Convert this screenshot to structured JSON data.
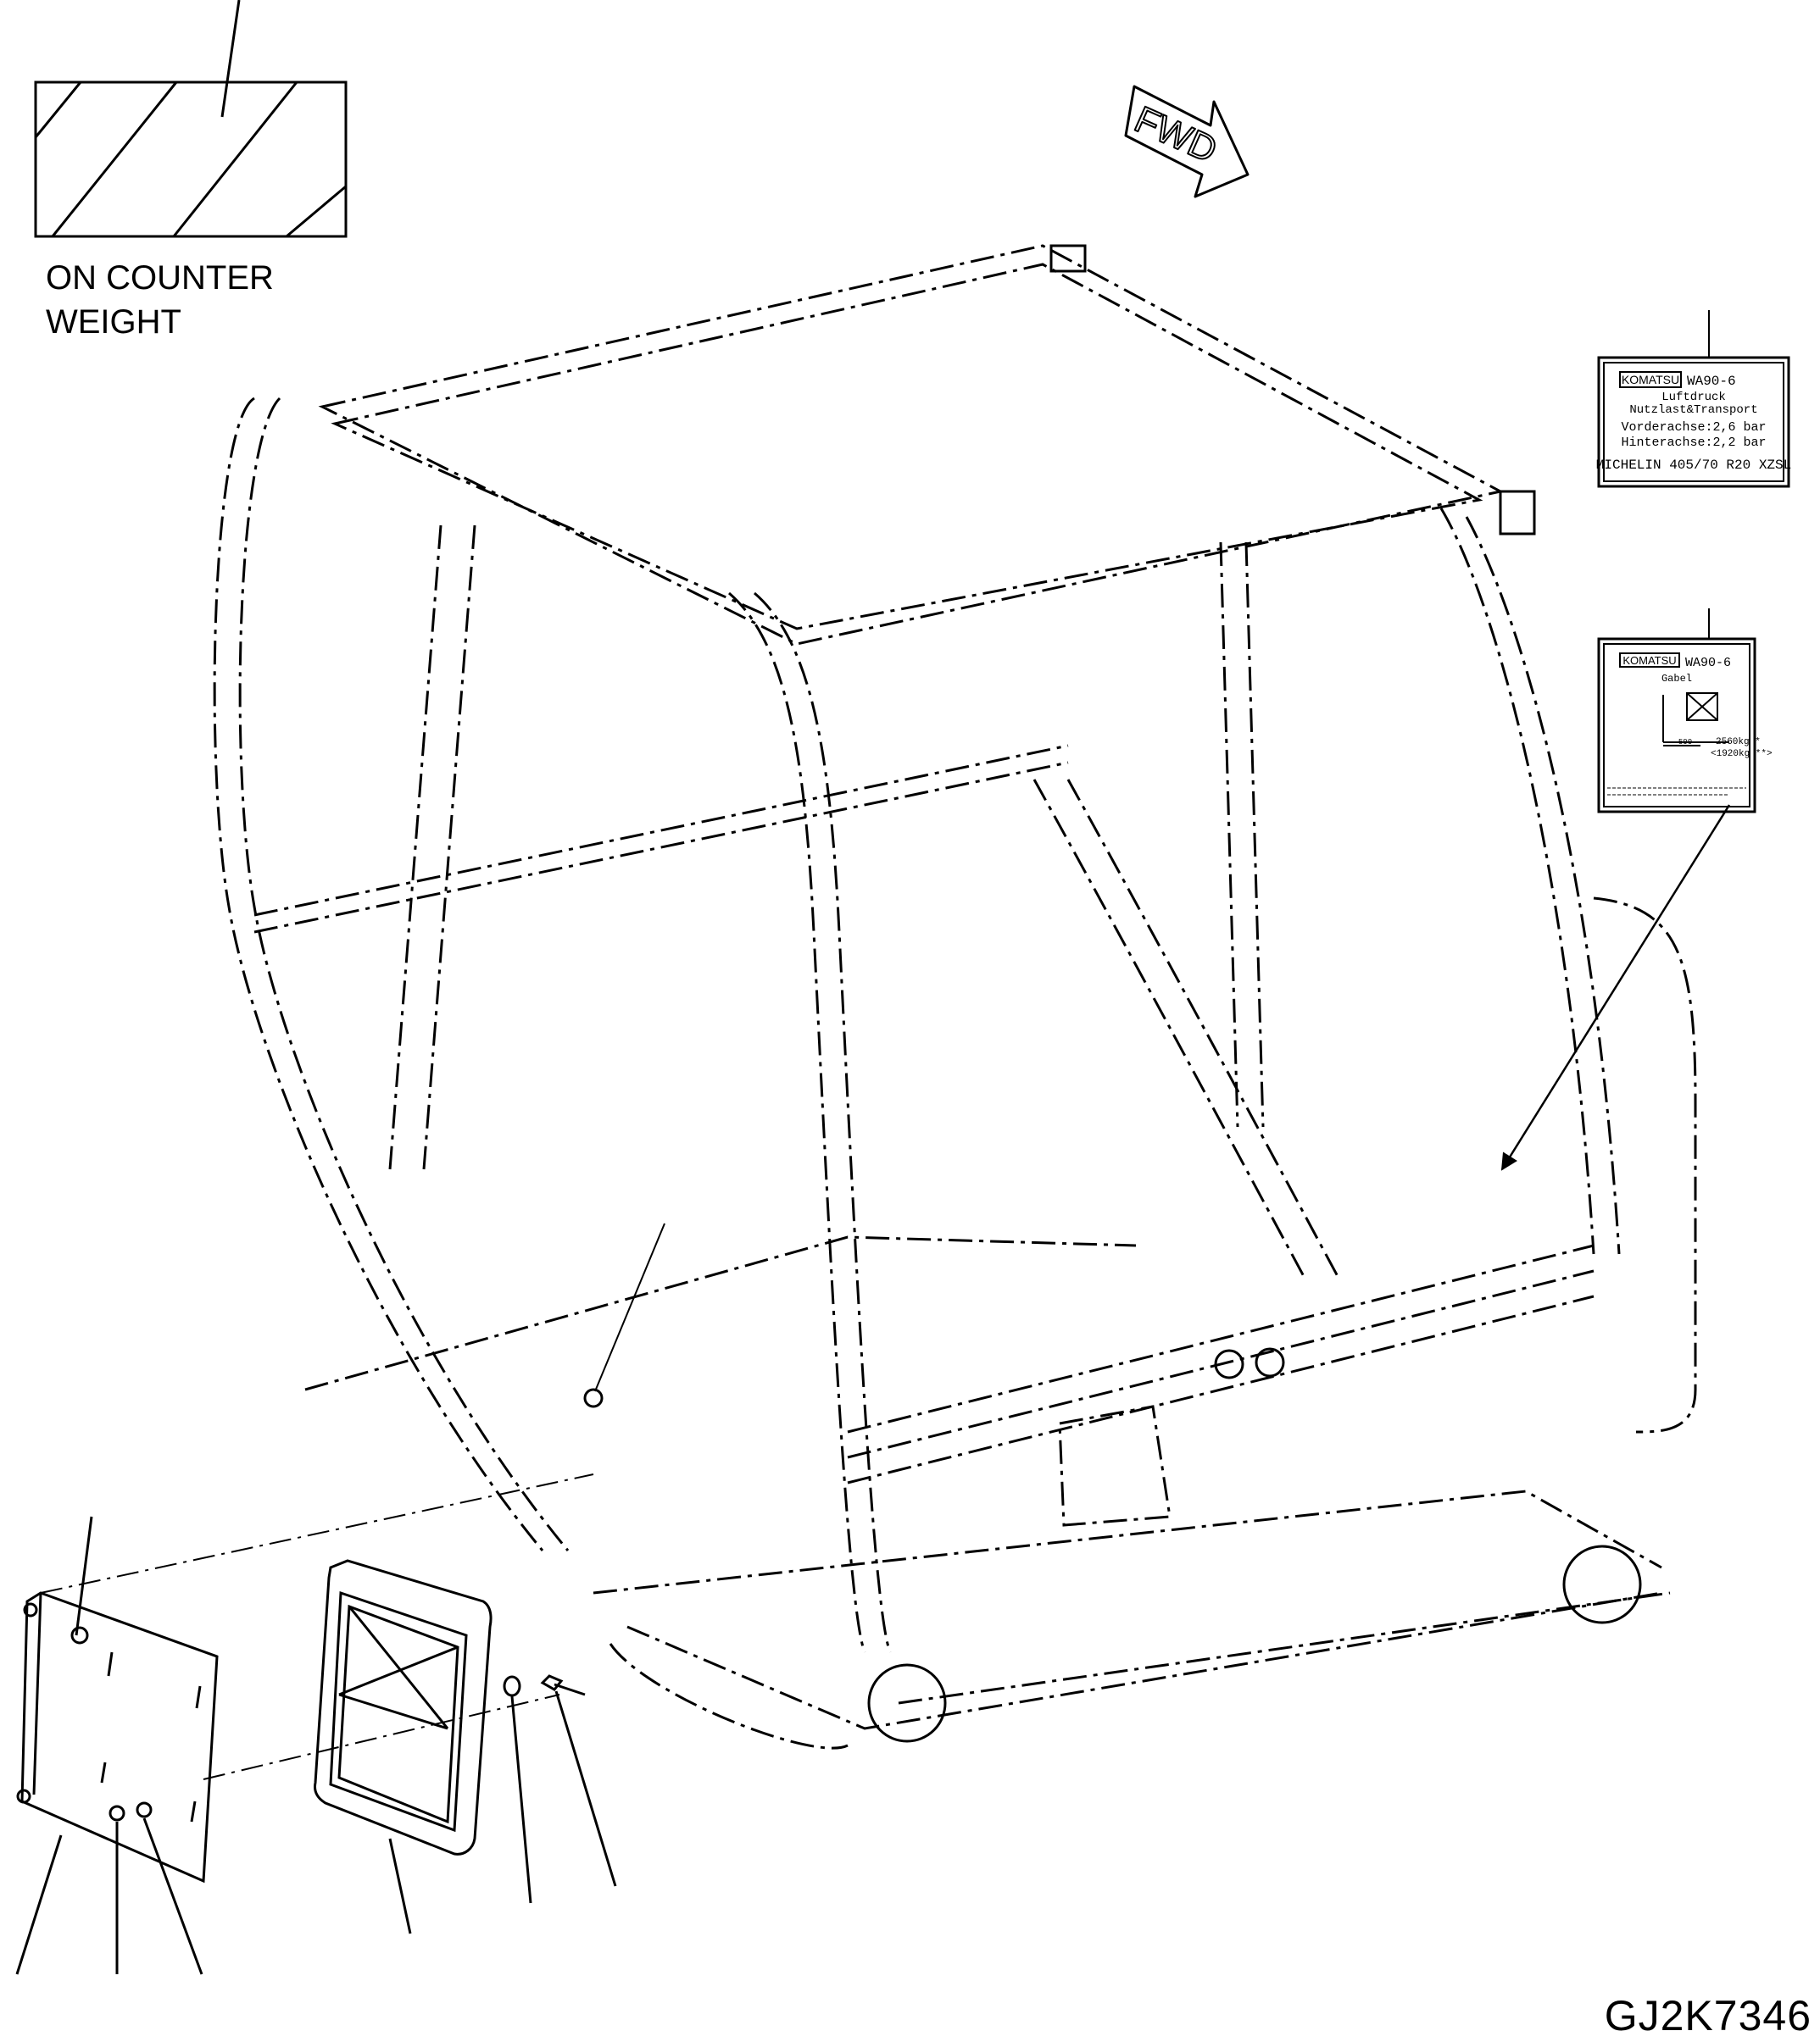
{
  "annotations": {
    "counterweight_line1": "ON COUNTER",
    "counterweight_line2": "WEIGHT",
    "direction_arrow": "FWD",
    "drawing_id": "GJ2K7346"
  },
  "decal_tire_pressure": {
    "brand": "KOMATSU",
    "model": "WA90-6",
    "line1": "Luftdruck",
    "line2": "Nutzlast&Transport",
    "line3": "Vorderachse:2,6 bar",
    "line4": "Hinterachse:2,2 bar",
    "line5": "MICHELIN 405/70 R20 XZSL"
  },
  "decal_fork_load": {
    "brand": "KOMATSU",
    "model": "WA90-6",
    "title": "Gabel",
    "dimension": "500",
    "load_primary": "2560kg *",
    "load_secondary": "<1920kg **>"
  },
  "colors": {
    "line": "#000000",
    "background": "#ffffff"
  }
}
